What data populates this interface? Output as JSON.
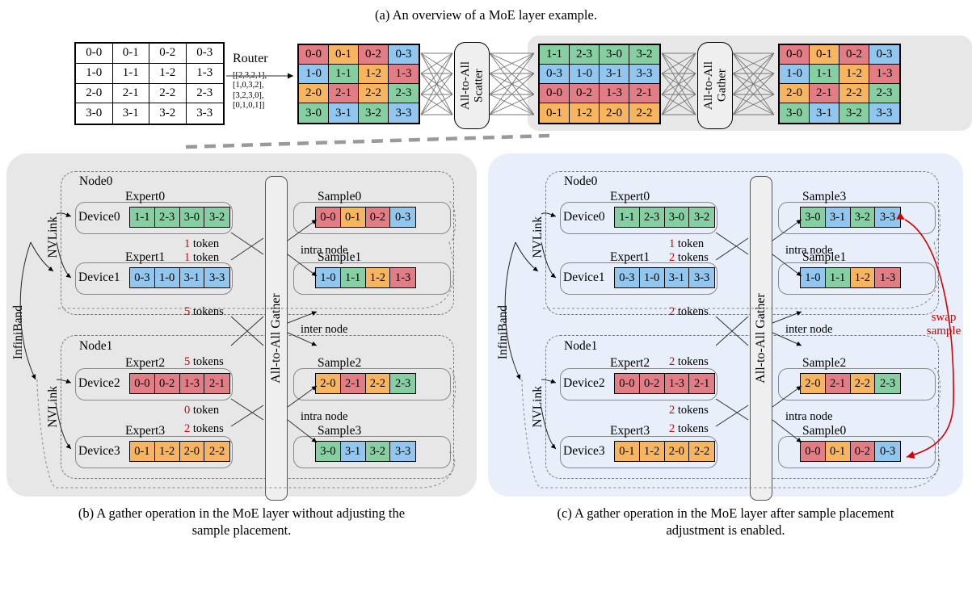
{
  "captions": {
    "a": "(a) An overview of a MoE layer example.",
    "b_line1": "(b) A gather operation in the MoE layer without adjusting the",
    "b_line2": "sample placement.",
    "c_line1": "(c) A gather operation in the MoE layer after sample placement",
    "c_line2": "adjustment is enabled."
  },
  "overview": {
    "input_matrix": {
      "label": "input-sample-matrix",
      "rows": [
        [
          {
            "t": "0-0",
            "c": "c-wht"
          },
          {
            "t": "0-1",
            "c": "c-wht"
          },
          {
            "t": "0-2",
            "c": "c-wht"
          },
          {
            "t": "0-3",
            "c": "c-wht"
          }
        ],
        [
          {
            "t": "1-0",
            "c": "c-wht"
          },
          {
            "t": "1-1",
            "c": "c-wht"
          },
          {
            "t": "1-2",
            "c": "c-wht"
          },
          {
            "t": "1-3",
            "c": "c-wht"
          }
        ],
        [
          {
            "t": "2-0",
            "c": "c-wht"
          },
          {
            "t": "2-1",
            "c": "c-wht"
          },
          {
            "t": "2-2",
            "c": "c-wht"
          },
          {
            "t": "2-3",
            "c": "c-wht"
          }
        ],
        [
          {
            "t": "3-0",
            "c": "c-wht"
          },
          {
            "t": "3-1",
            "c": "c-wht"
          },
          {
            "t": "3-2",
            "c": "c-wht"
          },
          {
            "t": "3-3",
            "c": "c-wht"
          }
        ]
      ]
    },
    "router": {
      "label": "Router",
      "assignment": "[[2,3,2,1],\n[1,0,3,2],\n[3,2,3,0],\n[0,1,0,1]]"
    },
    "routed_matrix": {
      "rows": [
        [
          {
            "t": "0-0",
            "c": "c-red"
          },
          {
            "t": "0-1",
            "c": "c-org"
          },
          {
            "t": "0-2",
            "c": "c-red"
          },
          {
            "t": "0-3",
            "c": "c-blu"
          }
        ],
        [
          {
            "t": "1-0",
            "c": "c-blu"
          },
          {
            "t": "1-1",
            "c": "c-grn"
          },
          {
            "t": "1-2",
            "c": "c-org"
          },
          {
            "t": "1-3",
            "c": "c-red"
          }
        ],
        [
          {
            "t": "2-0",
            "c": "c-org"
          },
          {
            "t": "2-1",
            "c": "c-red"
          },
          {
            "t": "2-2",
            "c": "c-org"
          },
          {
            "t": "2-3",
            "c": "c-grn"
          }
        ],
        [
          {
            "t": "3-0",
            "c": "c-grn"
          },
          {
            "t": "3-1",
            "c": "c-blu"
          },
          {
            "t": "3-2",
            "c": "c-grn"
          },
          {
            "t": "3-3",
            "c": "c-blu"
          }
        ]
      ]
    },
    "scatter_box": "All-to-All\nScatter",
    "expert_matrix": {
      "rows": [
        [
          {
            "t": "1-1",
            "c": "c-grn"
          },
          {
            "t": "2-3",
            "c": "c-grn"
          },
          {
            "t": "3-0",
            "c": "c-grn"
          },
          {
            "t": "3-2",
            "c": "c-grn"
          }
        ],
        [
          {
            "t": "0-3",
            "c": "c-blu"
          },
          {
            "t": "1-0",
            "c": "c-blu"
          },
          {
            "t": "3-1",
            "c": "c-blu"
          },
          {
            "t": "3-3",
            "c": "c-blu"
          }
        ],
        [
          {
            "t": "0-0",
            "c": "c-red"
          },
          {
            "t": "0-2",
            "c": "c-red"
          },
          {
            "t": "1-3",
            "c": "c-red"
          },
          {
            "t": "2-1",
            "c": "c-red"
          }
        ],
        [
          {
            "t": "0-1",
            "c": "c-org"
          },
          {
            "t": "1-2",
            "c": "c-org"
          },
          {
            "t": "2-0",
            "c": "c-org"
          },
          {
            "t": "2-2",
            "c": "c-org"
          }
        ]
      ]
    },
    "gather_box": "All-to-All\nGather",
    "output_matrix": {
      "rows": [
        [
          {
            "t": "0-0",
            "c": "c-red"
          },
          {
            "t": "0-1",
            "c": "c-org"
          },
          {
            "t": "0-2",
            "c": "c-red"
          },
          {
            "t": "0-3",
            "c": "c-blu"
          }
        ],
        [
          {
            "t": "1-0",
            "c": "c-blu"
          },
          {
            "t": "1-1",
            "c": "c-grn"
          },
          {
            "t": "1-2",
            "c": "c-org"
          },
          {
            "t": "1-3",
            "c": "c-red"
          }
        ],
        [
          {
            "t": "2-0",
            "c": "c-org"
          },
          {
            "t": "2-1",
            "c": "c-red"
          },
          {
            "t": "2-2",
            "c": "c-org"
          },
          {
            "t": "2-3",
            "c": "c-grn"
          }
        ],
        [
          {
            "t": "3-0",
            "c": "c-grn"
          },
          {
            "t": "3-1",
            "c": "c-blu"
          },
          {
            "t": "3-2",
            "c": "c-grn"
          },
          {
            "t": "3-3",
            "c": "c-blu"
          }
        ]
      ]
    }
  },
  "panel_b": {
    "interconnect_label": "InfiniBand",
    "nvlink_top_label": "NVLink",
    "nvlink_bottom_label": "NVLink",
    "gather_box": "All-to-All Gather",
    "node0_label": "Node0",
    "node1_label": "Node1",
    "devices": [
      {
        "device": "Device0",
        "expert": "Expert0",
        "tokens": [
          {
            "t": "1-1",
            "c": "c-grn"
          },
          {
            "t": "2-3",
            "c": "c-grn"
          },
          {
            "t": "3-0",
            "c": "c-grn"
          },
          {
            "t": "3-2",
            "c": "c-grn"
          }
        ]
      },
      {
        "device": "Device1",
        "expert": "Expert1",
        "tokens": [
          {
            "t": "0-3",
            "c": "c-blu"
          },
          {
            "t": "1-0",
            "c": "c-blu"
          },
          {
            "t": "3-1",
            "c": "c-blu"
          },
          {
            "t": "3-3",
            "c": "c-blu"
          }
        ]
      },
      {
        "device": "Device2",
        "expert": "Expert2",
        "tokens": [
          {
            "t": "0-0",
            "c": "c-red"
          },
          {
            "t": "0-2",
            "c": "c-red"
          },
          {
            "t": "1-3",
            "c": "c-red"
          },
          {
            "t": "2-1",
            "c": "c-red"
          }
        ]
      },
      {
        "device": "Device3",
        "expert": "Expert3",
        "tokens": [
          {
            "t": "0-1",
            "c": "c-org"
          },
          {
            "t": "1-2",
            "c": "c-org"
          },
          {
            "t": "2-0",
            "c": "c-org"
          },
          {
            "t": "2-2",
            "c": "c-org"
          }
        ]
      }
    ],
    "samples": [
      {
        "name": "Sample0",
        "tokens": [
          {
            "t": "0-0",
            "c": "c-red"
          },
          {
            "t": "0-1",
            "c": "c-org"
          },
          {
            "t": "0-2",
            "c": "c-red"
          },
          {
            "t": "0-3",
            "c": "c-blu"
          }
        ]
      },
      {
        "name": "Sample1",
        "tokens": [
          {
            "t": "1-0",
            "c": "c-blu"
          },
          {
            "t": "1-1",
            "c": "c-grn"
          },
          {
            "t": "1-2",
            "c": "c-org"
          },
          {
            "t": "1-3",
            "c": "c-red"
          }
        ]
      },
      {
        "name": "Sample2",
        "tokens": [
          {
            "t": "2-0",
            "c": "c-org"
          },
          {
            "t": "2-1",
            "c": "c-red"
          },
          {
            "t": "2-2",
            "c": "c-org"
          },
          {
            "t": "2-3",
            "c": "c-grn"
          }
        ]
      },
      {
        "name": "Sample3",
        "tokens": [
          {
            "t": "3-0",
            "c": "c-grn"
          },
          {
            "t": "3-1",
            "c": "c-blu"
          },
          {
            "t": "3-2",
            "c": "c-grn"
          },
          {
            "t": "3-3",
            "c": "c-blu"
          }
        ]
      }
    ],
    "token_counts": {
      "n0_top": "1",
      "n0_top_unit": " token",
      "n0_bot": "1",
      "n0_bot_unit": " token",
      "inter_top": "5",
      "inter_top_unit": " tokens",
      "inter_bot": "5",
      "inter_bot_unit": " tokens",
      "n1_top": "0",
      "n1_top_unit": " token",
      "n1_bot": "2",
      "n1_bot_unit": " tokens"
    },
    "edge_labels": {
      "intra_top": "intra node",
      "inter": "inter node",
      "intra_bot": "intra node"
    }
  },
  "panel_c": {
    "interconnect_label": "InfiniBand",
    "nvlink_top_label": "NVLink",
    "nvlink_bottom_label": "NVLink",
    "gather_box": "All-to-All Gather",
    "node0_label": "Node0",
    "node1_label": "Node1",
    "swap_note_line1": "swap",
    "swap_note_line2": "sample",
    "swap_color": "#d40000",
    "devices": [
      {
        "device": "Device0",
        "expert": "Expert0",
        "tokens": [
          {
            "t": "1-1",
            "c": "c-grn"
          },
          {
            "t": "2-3",
            "c": "c-grn"
          },
          {
            "t": "3-0",
            "c": "c-grn"
          },
          {
            "t": "3-2",
            "c": "c-grn"
          }
        ]
      },
      {
        "device": "Device1",
        "expert": "Expert1",
        "tokens": [
          {
            "t": "0-3",
            "c": "c-blu"
          },
          {
            "t": "1-0",
            "c": "c-blu"
          },
          {
            "t": "3-1",
            "c": "c-blu"
          },
          {
            "t": "3-3",
            "c": "c-blu"
          }
        ]
      },
      {
        "device": "Device2",
        "expert": "Expert2",
        "tokens": [
          {
            "t": "0-0",
            "c": "c-red"
          },
          {
            "t": "0-2",
            "c": "c-red"
          },
          {
            "t": "1-3",
            "c": "c-red"
          },
          {
            "t": "2-1",
            "c": "c-red"
          }
        ]
      },
      {
        "device": "Device3",
        "expert": "Expert3",
        "tokens": [
          {
            "t": "0-1",
            "c": "c-org"
          },
          {
            "t": "1-2",
            "c": "c-org"
          },
          {
            "t": "2-0",
            "c": "c-org"
          },
          {
            "t": "2-2",
            "c": "c-org"
          }
        ]
      }
    ],
    "samples": [
      {
        "name": "Sample3",
        "tokens": [
          {
            "t": "3-0",
            "c": "c-grn"
          },
          {
            "t": "3-1",
            "c": "c-blu"
          },
          {
            "t": "3-2",
            "c": "c-grn"
          },
          {
            "t": "3-3",
            "c": "c-blu"
          }
        ]
      },
      {
        "name": "Sample1",
        "tokens": [
          {
            "t": "1-0",
            "c": "c-blu"
          },
          {
            "t": "1-1",
            "c": "c-grn"
          },
          {
            "t": "1-2",
            "c": "c-org"
          },
          {
            "t": "1-3",
            "c": "c-red"
          }
        ]
      },
      {
        "name": "Sample2",
        "tokens": [
          {
            "t": "2-0",
            "c": "c-org"
          },
          {
            "t": "2-1",
            "c": "c-red"
          },
          {
            "t": "2-2",
            "c": "c-org"
          },
          {
            "t": "2-3",
            "c": "c-grn"
          }
        ]
      },
      {
        "name": "Sample0",
        "tokens": [
          {
            "t": "0-0",
            "c": "c-red"
          },
          {
            "t": "0-1",
            "c": "c-org"
          },
          {
            "t": "0-2",
            "c": "c-red"
          },
          {
            "t": "0-3",
            "c": "c-blu"
          }
        ]
      }
    ],
    "token_counts": {
      "n0_top": "1",
      "n0_top_unit": " token",
      "n0_bot": "2",
      "n0_bot_unit": " tokens",
      "inter_top": "2",
      "inter_top_unit": " tokens",
      "inter_bot": "2",
      "inter_bot_unit": " tokens",
      "n1_top": "2",
      "n1_top_unit": " tokens",
      "n1_bot": "2",
      "n1_bot_unit": " tokens"
    },
    "edge_labels": {
      "intra_top": "intra node",
      "inter": "inter node",
      "intra_bot": "intra node"
    }
  },
  "palette": {
    "red": "#e27d86",
    "orange": "#f7b560",
    "green": "#86cfa2",
    "blue": "#91c6ef",
    "panel_b_bg": "#e7e7e7",
    "panel_c_bg": "#e8eefa",
    "accent_red": "#d40000"
  }
}
